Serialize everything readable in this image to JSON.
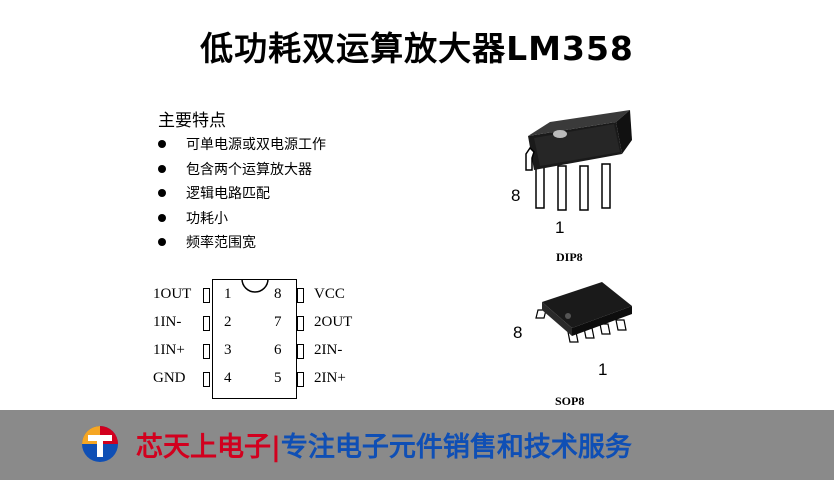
{
  "title": "低功耗双运算放大器LM358",
  "features": {
    "heading": "主要特点",
    "items": [
      "可单电源或双电源工作",
      "包含两个运算放大器",
      "逻辑电路匹配",
      "功耗小",
      "频率范围宽"
    ]
  },
  "pinout": {
    "left": [
      {
        "name": "1OUT",
        "num": "1"
      },
      {
        "name": "1IN-",
        "num": "2"
      },
      {
        "name": "1IN+",
        "num": "3"
      },
      {
        "name": "GND",
        "num": "4"
      }
    ],
    "right": [
      {
        "name": "VCC",
        "num": "8"
      },
      {
        "name": "2OUT",
        "num": "7"
      },
      {
        "name": "2IN-",
        "num": "6"
      },
      {
        "name": "2IN+",
        "num": "5"
      }
    ]
  },
  "packages": {
    "dip": {
      "label": "DIP8",
      "pin_high": "8",
      "pin_low": "1"
    },
    "sop": {
      "label": "SOP8",
      "pin_high": "8",
      "pin_low": "1"
    }
  },
  "footer": {
    "brand": "芯天上电子",
    "separator": "|",
    "slogan": "专注电子元件销售和技术服务",
    "logo_icon": "t-logo-icon"
  },
  "colors": {
    "brand": "#d2001e",
    "slogan": "#0f4fb5",
    "footer_bg": "#8a8a8a"
  }
}
